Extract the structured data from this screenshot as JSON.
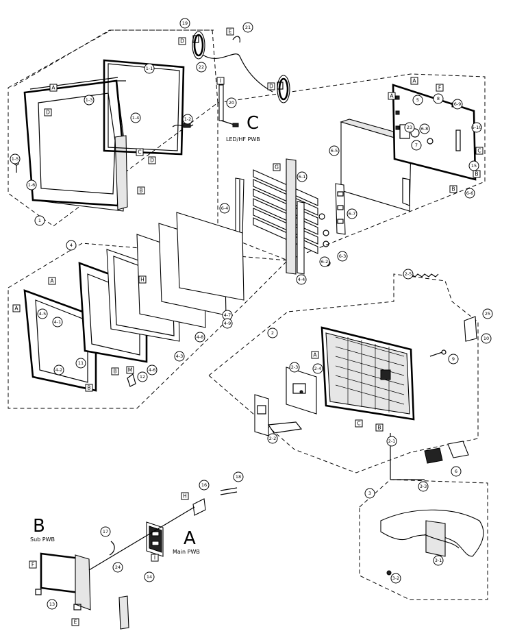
{
  "title": "",
  "groups": {
    "C": {
      "letter": "C",
      "label": "LED/HF PWB"
    },
    "A": {
      "letter": "A",
      "label": "Main PWB"
    },
    "B": {
      "letter": "B",
      "label": "Sub PWB"
    }
  },
  "tags": [
    "A",
    "B",
    "C",
    "D",
    "E",
    "F",
    "G",
    "H",
    "I",
    "M"
  ],
  "callouts": [
    "1",
    "1-1",
    "1-2",
    "1-3",
    "1-4",
    "1-5",
    "1-6",
    "2",
    "2-1",
    "2-2",
    "2-3",
    "2-4",
    "2-5",
    "3",
    "3-1",
    "3-2",
    "3-3",
    "4",
    "4-1",
    "4-2",
    "4-3",
    "4-4",
    "4-5",
    "4-6",
    "4-7",
    "4-8",
    "4-9",
    "5",
    "6",
    "6-1",
    "6-2",
    "6-3",
    "6-4",
    "6-5",
    "6-6",
    "6-7",
    "6-8",
    "6-9",
    "6-10",
    "7",
    "8",
    "9",
    "10",
    "11",
    "12",
    "13",
    "14",
    "15",
    "16",
    "17",
    "18",
    "19",
    "20",
    "21",
    "22",
    "23",
    "24",
    "25"
  ]
}
